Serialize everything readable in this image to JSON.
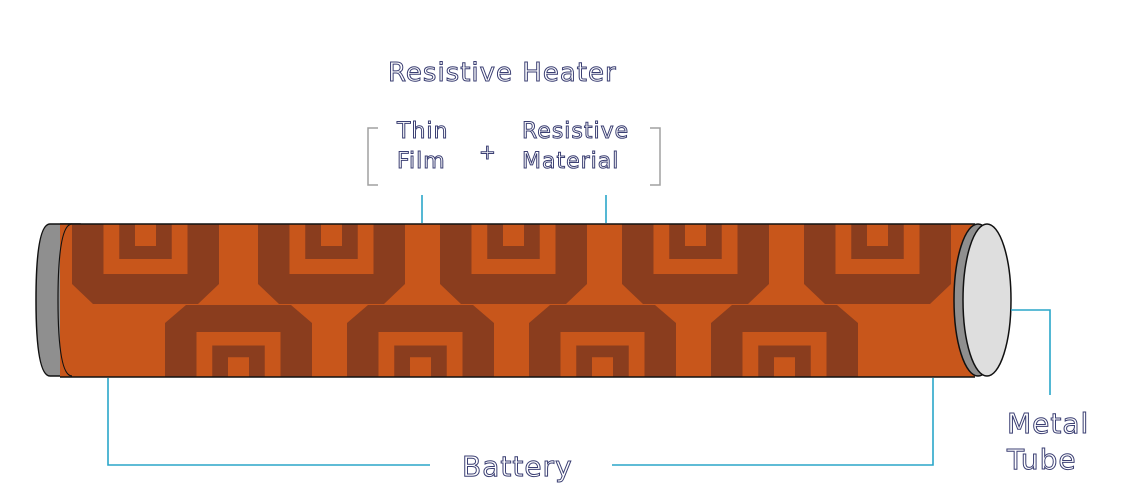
{
  "heater": {
    "title": "Resistive Heater",
    "component_a": [
      "Thin",
      "Film"
    ],
    "operator": "+",
    "component_b": [
      "Resistive",
      "Material"
    ]
  },
  "battery_label": "Battery",
  "tube_label": [
    "Metal",
    "Tube"
  ],
  "colors": {
    "heater_body": "#c8561b",
    "pattern": "#8a3d1e",
    "end_cap_gray": "#8f8f8f",
    "end_face": "#dedede",
    "leader_line": "#2aa6c9",
    "bracket": "#a0a0a0",
    "text_outline": "#3b3f73"
  }
}
